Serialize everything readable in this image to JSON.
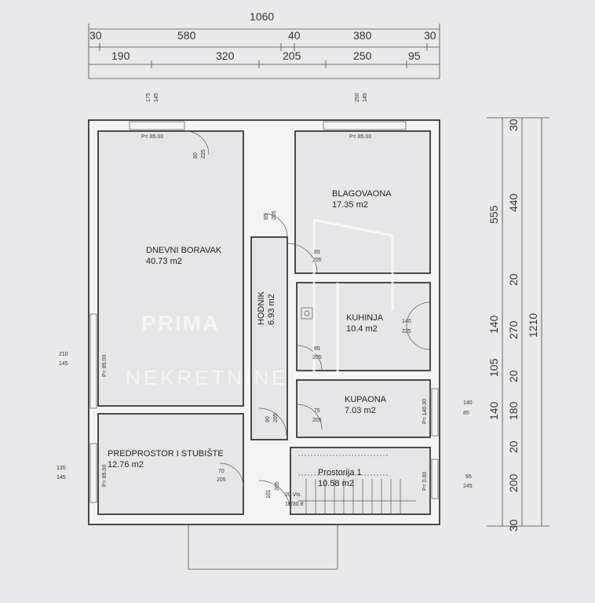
{
  "dimensions": {
    "total_width": "1060",
    "row2": [
      "30",
      "580",
      "40",
      "380",
      "30"
    ],
    "row3": [
      "190",
      "320",
      "205",
      "250",
      "95"
    ],
    "right_outer": "1210",
    "right_mid": [
      "555",
      "140",
      "105",
      "140"
    ],
    "right_inner": [
      "30",
      "440",
      "20",
      "270",
      "20",
      "180",
      "20",
      "200",
      "30"
    ]
  },
  "rooms": [
    {
      "name": "DNEVNI BORAVAK",
      "area": "40.73 m2"
    },
    {
      "name": "BLAGOVAONA",
      "area": "17.35 m2"
    },
    {
      "name": "HODNIK",
      "area": "6.93 m2"
    },
    {
      "name": "KUHINJA",
      "area": "10.4 m2"
    },
    {
      "name": "KUPAONA",
      "area": "7.03 m2"
    },
    {
      "name": "PREDPROSTOR I STUBIŠTE",
      "area": "12.76 m2"
    },
    {
      "name": "Prostorija 1",
      "area": "10.58 m2"
    }
  ],
  "openings": {
    "win1": [
      "175",
      "145"
    ],
    "win1_p": "P= 85.00",
    "win2": [
      "250",
      "145"
    ],
    "win2_p": "P= 85.00",
    "door_top": [
      "80",
      "225"
    ],
    "door_hall_top": [
      "85",
      "205"
    ],
    "door_blag": [
      "85",
      "205"
    ],
    "door_kuh": [
      "85",
      "205"
    ],
    "kuh_ext": [
      "140",
      "225"
    ],
    "win_left1": [
      "210",
      "145"
    ],
    "win_left1_p": "P= 85.00",
    "win_left2": [
      "135",
      "145"
    ],
    "win_left2_p": "P= 85.00",
    "door_hall_bot": [
      "90",
      "205"
    ],
    "door_kup": [
      "75",
      "205"
    ],
    "win_kup": [
      "140",
      "85"
    ],
    "win_kup_p": "P= 140.00",
    "door_pred": [
      "70",
      "205"
    ],
    "door_entry": [
      "101",
      "205"
    ],
    "stairs": [
      "20 Vis.",
      "16/30.8"
    ],
    "win_pr": [
      "95",
      "245"
    ],
    "win_pr_p": "P= 0.00"
  },
  "watermark": [
    "PRIMA",
    "NEKRETNINE"
  ]
}
